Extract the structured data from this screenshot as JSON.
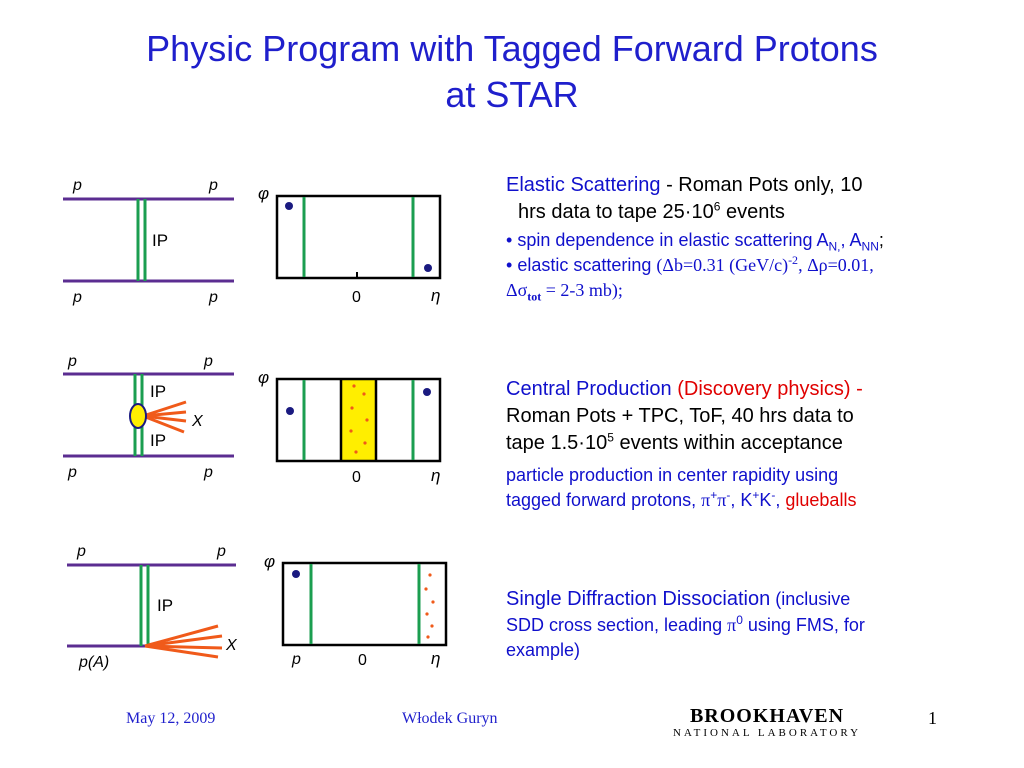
{
  "title": {
    "line1": "Physic Program with Tagged Forward Protons",
    "line2": "at STAR"
  },
  "diagram_labels": {
    "p": "p",
    "pA": "p(A)",
    "pomeron": "IP",
    "x": "X",
    "phi": "φ",
    "eta": "η",
    "zero": "0"
  },
  "sections": {
    "elastic": {
      "heading": "Elastic Scattering",
      "desc1": " - Roman Pots only, 10",
      "desc_line2": "hrs data to tape 25·10",
      "desc_exp": "6",
      "desc_end": " events",
      "bullet1": "spin dependence in elastic scattering A",
      "bullet1_sub1": "N,",
      "bullet1_mid": ", A",
      "bullet1_sub2": "NN",
      "bullet1_end": ";",
      "bullet2_a": "elastic scattering ",
      "bullet2_b": "(Δb=0.31 (GeV/c)",
      "bullet2_exp": "-2",
      "bullet2_c": ", Δρ=0.01,",
      "line3_a": "Δσ",
      "line3_sub": "tot",
      "line3_b": " = 2-3 mb);"
    },
    "central": {
      "heading": "Central Production ",
      "paren_open": "(",
      "highlight": "Discovery physics)",
      "dash": " -",
      "desc1": "Roman Pots + TPC, ToF, 40 hrs data to",
      "desc2": "tape 1.5·10",
      "desc2_exp": "5",
      "desc2_end": " events within acceptance",
      "sub1": "particle production in center rapidity using",
      "sub2_a": "tagged forward protons, ",
      "sub2_pi": "π",
      "sub2_pi_sup1": "+",
      "sub2_pi2": "π",
      "sub2_pi_sup2": "-",
      "sub2_k": ", K",
      "sub2_k_sup1": "+",
      "sub2_k2": "K",
      "sub2_k_sup2": "-",
      "sub2_comma": ", ",
      "sub2_glue": "glueballs"
    },
    "sdd": {
      "heading": "Single Diffraction Dissociation",
      "paren1": " (inclusive",
      "line2_a": "SDD cross section, leading ",
      "line2_pi": "π",
      "line2_sup": "0",
      "line2_b": " using FMS, for",
      "line3": "example)"
    }
  },
  "footer": {
    "date": "May 12, 2009",
    "author": "Włodek Guryn",
    "logo_big": "BROOKHAVEN",
    "logo_small": "NATIONAL LABORATORY",
    "page": "1"
  },
  "colors": {
    "title_blue": "#1f1fcc",
    "proton_line": "#5b2d91",
    "pomeron_green": "#1b9e50",
    "dot_navy": "#1a1a80",
    "orange": "#f05a1a",
    "yellow": "#ffee00",
    "red": "#e00000"
  }
}
